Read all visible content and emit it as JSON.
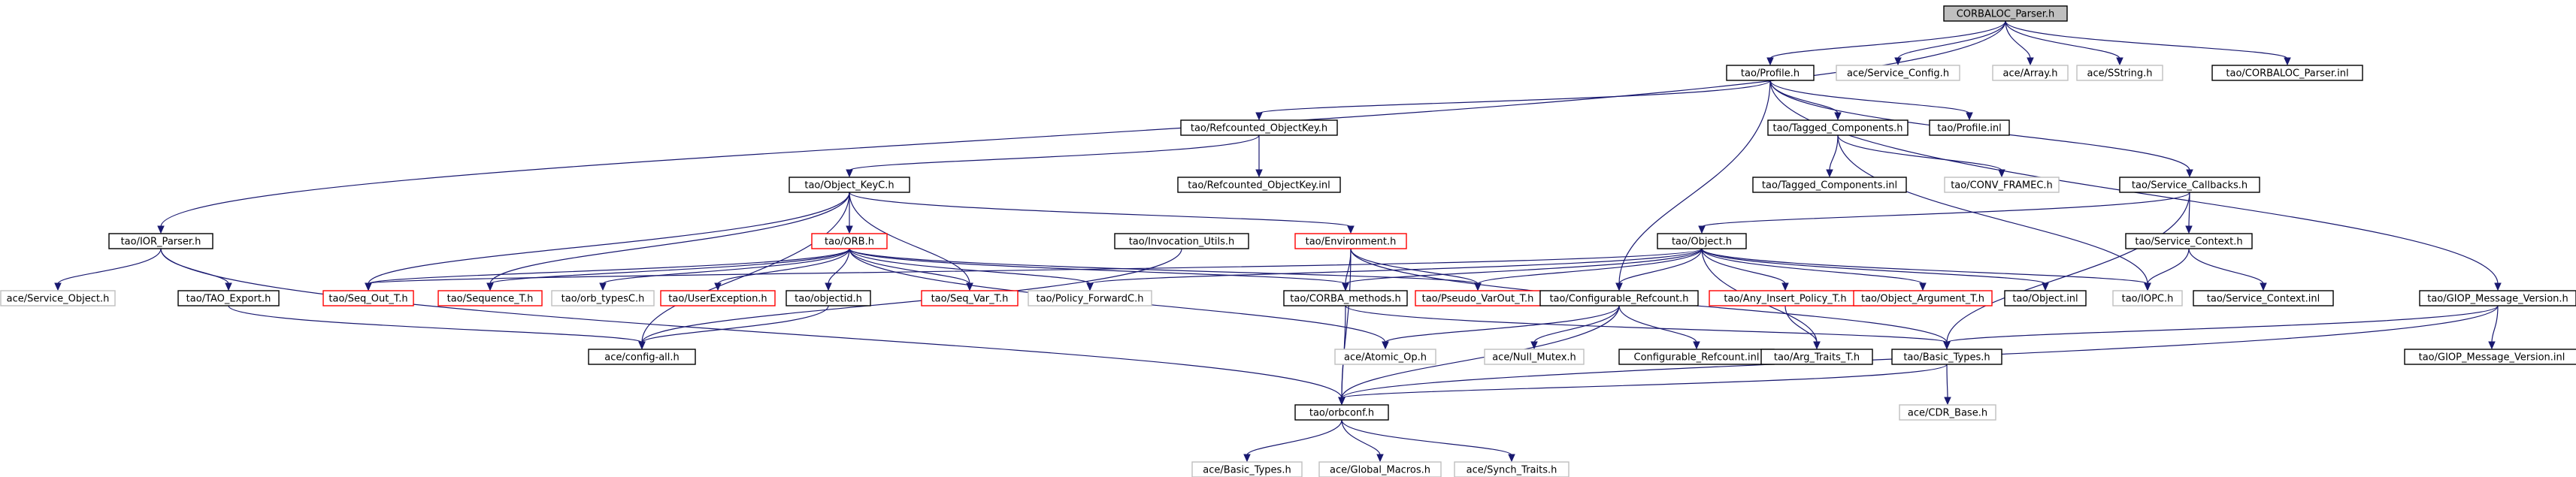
{
  "colors": {
    "edge": "#191970",
    "node_border": "#000000",
    "missing_border": "#bfbfbf",
    "red_border": "#ff0000",
    "root_fill": "#bfbfbf"
  },
  "nodes": [
    {
      "id": "root",
      "label": "CORBALOC_Parser.h",
      "style": "root"
    },
    {
      "id": "profile",
      "label": "tao/Profile.h",
      "style": "normal"
    },
    {
      "id": "svcconfig",
      "label": "ace/Service_Config.h",
      "style": "missing"
    },
    {
      "id": "array",
      "label": "ace/Array.h",
      "style": "missing"
    },
    {
      "id": "sstring",
      "label": "ace/SString.h",
      "style": "missing"
    },
    {
      "id": "corbaloc_inl",
      "label": "tao/CORBALOC_Parser.inl",
      "style": "normal"
    },
    {
      "id": "refcounted_ok",
      "label": "tao/Refcounted_ObjectKey.h",
      "style": "normal"
    },
    {
      "id": "tagged",
      "label": "tao/Tagged_Components.h",
      "style": "normal"
    },
    {
      "id": "profile_inl",
      "label": "tao/Profile.inl",
      "style": "normal"
    },
    {
      "id": "object_keyc",
      "label": "tao/Object_KeyC.h",
      "style": "normal"
    },
    {
      "id": "refcounted_inl",
      "label": "tao/Refcounted_ObjectKey.inl",
      "style": "normal"
    },
    {
      "id": "tagged_inl",
      "label": "tao/Tagged_Components.inl",
      "style": "normal"
    },
    {
      "id": "conv_frame",
      "label": "tao/CONV_FRAMEC.h",
      "style": "missing"
    },
    {
      "id": "svc_callbacks",
      "label": "tao/Service_Callbacks.h",
      "style": "normal"
    },
    {
      "id": "ior_parser",
      "label": "tao/IOR_Parser.h",
      "style": "normal"
    },
    {
      "id": "orb",
      "label": "tao/ORB.h",
      "style": "red"
    },
    {
      "id": "invocation_utils",
      "label": "tao/Invocation_Utils.h",
      "style": "normal"
    },
    {
      "id": "environment",
      "label": "tao/Environment.h",
      "style": "red"
    },
    {
      "id": "object",
      "label": "tao/Object.h",
      "style": "normal"
    },
    {
      "id": "svc_context",
      "label": "tao/Service_Context.h",
      "style": "normal"
    },
    {
      "id": "ace_svc_object",
      "label": "ace/Service_Object.h",
      "style": "missing"
    },
    {
      "id": "tao_export",
      "label": "tao/TAO_Export.h",
      "style": "normal"
    },
    {
      "id": "seq_out",
      "label": "tao/Seq_Out_T.h",
      "style": "red"
    },
    {
      "id": "sequence_t",
      "label": "tao/Sequence_T.h",
      "style": "red"
    },
    {
      "id": "orb_typesc",
      "label": "tao/orb_typesC.h",
      "style": "missing"
    },
    {
      "id": "user_exception",
      "label": "tao/UserException.h",
      "style": "red"
    },
    {
      "id": "objectid",
      "label": "tao/objectid.h",
      "style": "normal"
    },
    {
      "id": "seq_var",
      "label": "tao/Seq_Var_T.h",
      "style": "red"
    },
    {
      "id": "policy_forward",
      "label": "tao/Policy_ForwardC.h",
      "style": "missing"
    },
    {
      "id": "corba_methods",
      "label": "tao/CORBA_methods.h",
      "style": "normal"
    },
    {
      "id": "pseudo_varout",
      "label": "tao/Pseudo_VarOut_T.h",
      "style": "red"
    },
    {
      "id": "configurable_refcount",
      "label": "tao/Configurable_Refcount.h",
      "style": "normal"
    },
    {
      "id": "any_insert",
      "label": "tao/Any_Insert_Policy_T.h",
      "style": "red"
    },
    {
      "id": "object_argument",
      "label": "tao/Object_Argument_T.h",
      "style": "red"
    },
    {
      "id": "object_inl",
      "label": "tao/Object.inl",
      "style": "normal"
    },
    {
      "id": "iiopc",
      "label": "tao/IOPC.h",
      "style": "missing"
    },
    {
      "id": "svc_context_inl",
      "label": "tao/Service_Context.inl",
      "style": "normal"
    },
    {
      "id": "giop_version",
      "label": "tao/GIOP_Message_Version.h",
      "style": "normal"
    },
    {
      "id": "config_all",
      "label": "ace/config-all.h",
      "style": "normal"
    },
    {
      "id": "atomic_op",
      "label": "ace/Atomic_Op.h",
      "style": "missing"
    },
    {
      "id": "null_mutex",
      "label": "ace/Null_Mutex.h",
      "style": "missing"
    },
    {
      "id": "configurable_refcount_inl",
      "label": "Configurable_Refcount.inl",
      "style": "normal"
    },
    {
      "id": "arg_traits",
      "label": "tao/Arg_Traits_T.h",
      "style": "normal"
    },
    {
      "id": "basic_types",
      "label": "tao/Basic_Types.h",
      "style": "normal"
    },
    {
      "id": "giop_version_inl",
      "label": "tao/GIOP_Message_Version.inl",
      "style": "normal"
    },
    {
      "id": "orbconf",
      "label": "tao/orbconf.h",
      "style": "normal"
    },
    {
      "id": "cdr_base",
      "label": "ace/CDR_Base.h",
      "style": "missing"
    },
    {
      "id": "ace_basic_types",
      "label": "ace/Basic_Types.h",
      "style": "missing"
    },
    {
      "id": "global_macros",
      "label": "ace/Global_Macros.h",
      "style": "missing"
    },
    {
      "id": "synch_traits",
      "label": "ace/Synch_Traits.h",
      "style": "missing"
    }
  ],
  "edges": [
    [
      "root",
      "profile"
    ],
    [
      "root",
      "svcconfig"
    ],
    [
      "root",
      "array"
    ],
    [
      "root",
      "sstring"
    ],
    [
      "root",
      "corbaloc_inl"
    ],
    [
      "root",
      "ior_parser"
    ],
    [
      "profile",
      "refcounted_ok"
    ],
    [
      "profile",
      "tagged"
    ],
    [
      "profile",
      "profile_inl"
    ],
    [
      "profile",
      "svc_callbacks"
    ],
    [
      "profile",
      "configurable_refcount"
    ],
    [
      "profile",
      "giop_version"
    ],
    [
      "refcounted_ok",
      "object_keyc"
    ],
    [
      "refcounted_ok",
      "refcounted_inl"
    ],
    [
      "object_keyc",
      "orb"
    ],
    [
      "object_keyc",
      "environment"
    ],
    [
      "object_keyc",
      "seq_out"
    ],
    [
      "object_keyc",
      "sequence_t"
    ],
    [
      "object_keyc",
      "seq_var"
    ],
    [
      "object_keyc",
      "config_all"
    ],
    [
      "tagged",
      "tagged_inl"
    ],
    [
      "tagged",
      "conv_frame"
    ],
    [
      "tagged",
      "iiopc"
    ],
    [
      "svc_callbacks",
      "object"
    ],
    [
      "svc_callbacks",
      "svc_context"
    ],
    [
      "svc_callbacks",
      "basic_types"
    ],
    [
      "ior_parser",
      "ace_svc_object"
    ],
    [
      "ior_parser",
      "tao_export"
    ],
    [
      "ior_parser",
      "orbconf"
    ],
    [
      "orb",
      "seq_out"
    ],
    [
      "orb",
      "sequence_t"
    ],
    [
      "orb",
      "orb_typesc"
    ],
    [
      "orb",
      "user_exception"
    ],
    [
      "orb",
      "objectid"
    ],
    [
      "orb",
      "seq_var"
    ],
    [
      "orb",
      "policy_forward"
    ],
    [
      "orb",
      "corba_methods"
    ],
    [
      "orb",
      "pseudo_varout"
    ],
    [
      "orb",
      "atomic_op"
    ],
    [
      "invocation_utils",
      "config_all"
    ],
    [
      "environment",
      "corba_methods"
    ],
    [
      "environment",
      "pseudo_varout"
    ],
    [
      "environment",
      "orbconf"
    ],
    [
      "environment",
      "basic_types"
    ],
    [
      "object",
      "seq_out"
    ],
    [
      "object",
      "policy_forward"
    ],
    [
      "object",
      "corba_methods"
    ],
    [
      "object",
      "pseudo_varout"
    ],
    [
      "object",
      "configurable_refcount"
    ],
    [
      "object",
      "any_insert"
    ],
    [
      "object",
      "object_argument"
    ],
    [
      "object",
      "object_inl"
    ],
    [
      "object",
      "iiopc"
    ],
    [
      "object",
      "arg_traits"
    ],
    [
      "svc_context",
      "iiopc"
    ],
    [
      "svc_context",
      "svc_context_inl"
    ],
    [
      "tao_export",
      "config_all"
    ],
    [
      "objectid",
      "config_all"
    ],
    [
      "corba_methods",
      "orbconf"
    ],
    [
      "corba_methods",
      "basic_types"
    ],
    [
      "configurable_refcount",
      "atomic_op"
    ],
    [
      "configurable_refcount",
      "null_mutex"
    ],
    [
      "configurable_refcount",
      "configurable_refcount_inl"
    ],
    [
      "configurable_refcount",
      "orbconf"
    ],
    [
      "any_insert",
      "arg_traits"
    ],
    [
      "giop_version",
      "basic_types"
    ],
    [
      "giop_version",
      "giop_version_inl"
    ],
    [
      "giop_version",
      "orbconf"
    ],
    [
      "basic_types",
      "orbconf"
    ],
    [
      "basic_types",
      "cdr_base"
    ],
    [
      "orbconf",
      "ace_basic_types"
    ],
    [
      "orbconf",
      "global_macros"
    ],
    [
      "orbconf",
      "synch_traits"
    ]
  ]
}
